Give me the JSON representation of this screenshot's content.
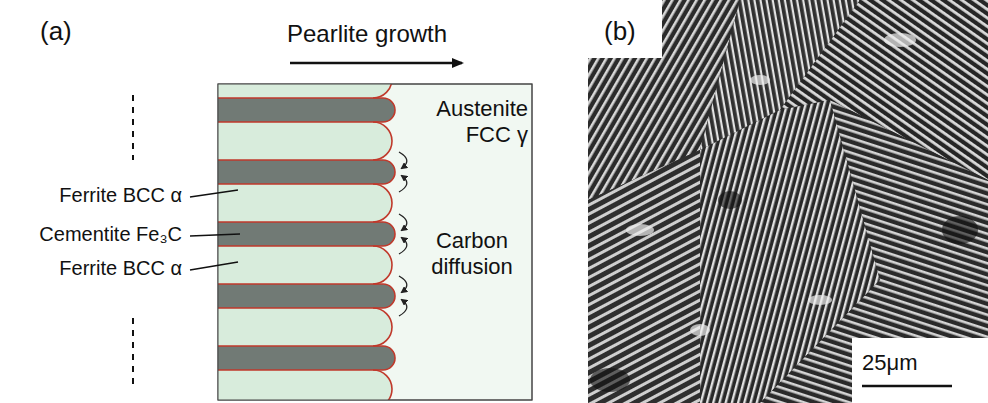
{
  "diagram": {
    "labels": [
      "(a)",
      "Pearlite growth",
      "Ferrite BCC α",
      "Cementite Fe₃C",
      "Ferrite BCC α",
      "Austenite FCC γ",
      "Carbon diffusion",
      "(b)",
      "25μm"
    ]
  }
}
